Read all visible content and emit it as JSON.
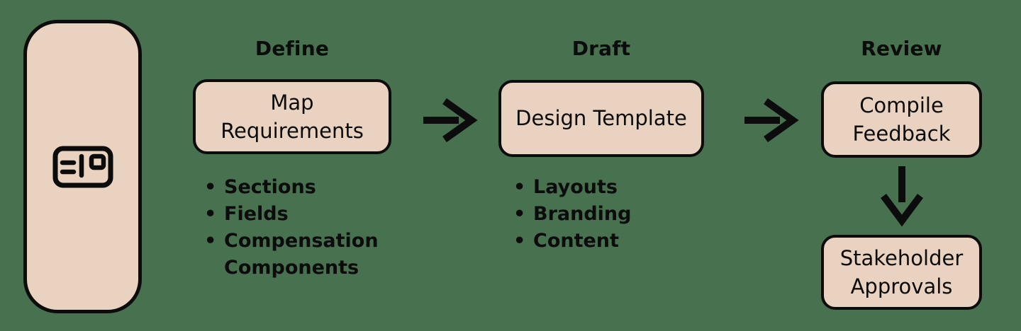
{
  "diagram": {
    "background_color": "#48714f",
    "node_fill_color": "#e9d2c0",
    "stroke_color": "#0c0c0c",
    "left_panel": {
      "icon": "template-card-icon"
    },
    "columns": [
      {
        "heading": "Define",
        "box_label": "Map Requirements",
        "bullets": [
          "Sections",
          "Fields",
          "Compensation Components"
        ]
      },
      {
        "heading": "Draft",
        "box_label": "Design Template",
        "bullets": [
          "Layouts",
          "Branding",
          "Content"
        ]
      },
      {
        "heading": "Review",
        "boxes": [
          "Compile Feedback",
          "Stakeholder Approvals"
        ]
      }
    ],
    "arrows": [
      "define-to-draft",
      "draft-to-review",
      "compile-to-stakeholder"
    ]
  }
}
